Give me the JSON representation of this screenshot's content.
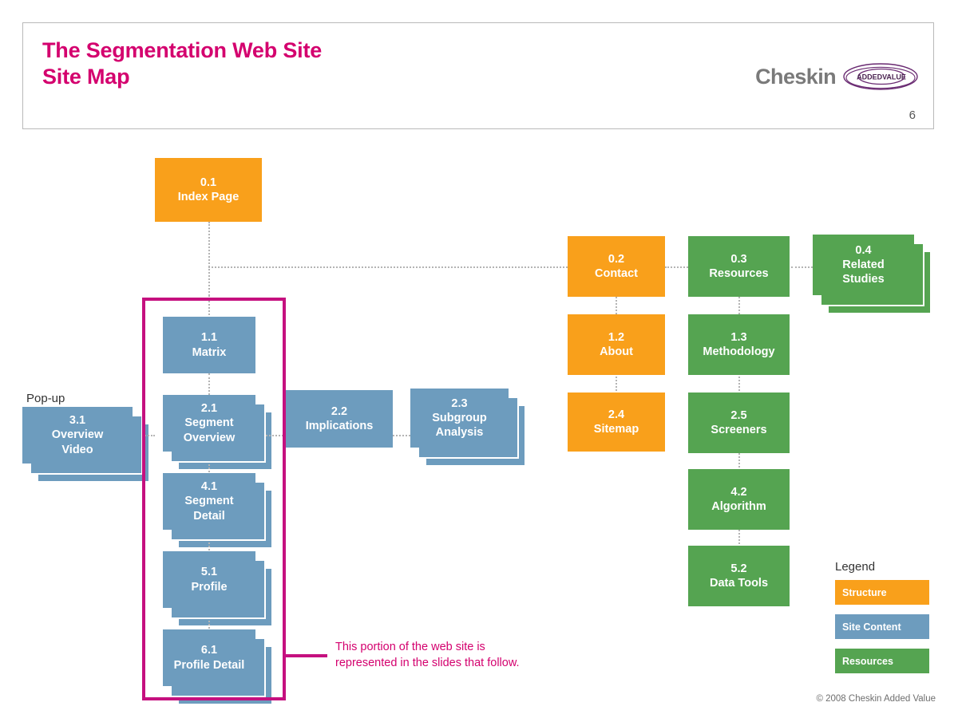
{
  "header": {
    "title": "The Segmentation Web Site\nSite Map",
    "brand_name": "Cheskin",
    "brand_mark_added": "ADDED",
    "brand_mark_value": "VALUE",
    "page_number": "6"
  },
  "colors": {
    "title_magenta": "#d4006e",
    "highlight_magenta": "#c5107f",
    "structure_orange": "#f9a01b",
    "site_content_blue": "#6d9cbe",
    "resources_green": "#55a451",
    "connector_gray": "#b4b4b4",
    "brand_gray": "#7a7a7a",
    "brand_purple": "#6a2b72"
  },
  "labels": {
    "popup": "Pop-up",
    "annotation": "This portion of the web site is\nrepresented in the slides that follow.",
    "copyright": "© 2008 Cheskin Added Value"
  },
  "legend": {
    "title": "Legend",
    "items": [
      {
        "label": "Structure",
        "color": "#f9a01b"
      },
      {
        "label": "Site Content",
        "color": "#6d9cbe"
      },
      {
        "label": "Resources",
        "color": "#55a451"
      }
    ]
  },
  "nodes": [
    {
      "id": "index-page",
      "num": "0.1",
      "label": "Index Page",
      "type": "orange",
      "stacked": false
    },
    {
      "id": "contact",
      "num": "0.2",
      "label": "Contact",
      "type": "orange",
      "stacked": false
    },
    {
      "id": "about",
      "num": "1.2",
      "label": "About",
      "type": "orange",
      "stacked": false
    },
    {
      "id": "sitemap",
      "num": "2.4",
      "label": "Sitemap",
      "type": "orange",
      "stacked": false
    },
    {
      "id": "resources",
      "num": "0.3",
      "label": "Resources",
      "type": "green",
      "stacked": false
    },
    {
      "id": "methodology",
      "num": "1.3",
      "label": "Methodology",
      "type": "green",
      "stacked": false
    },
    {
      "id": "screeners",
      "num": "2.5",
      "label": "Screeners",
      "type": "green",
      "stacked": false
    },
    {
      "id": "algorithm",
      "num": "4.2",
      "label": "Algorithm",
      "type": "green",
      "stacked": false
    },
    {
      "id": "data-tools",
      "num": "5.2",
      "label": "Data Tools",
      "type": "green",
      "stacked": false
    },
    {
      "id": "related-studies",
      "num": "0.4",
      "label": "Related\nStudies",
      "type": "green",
      "stacked": true
    },
    {
      "id": "matrix",
      "num": "1.1",
      "label": "Matrix",
      "type": "blue",
      "stacked": false
    },
    {
      "id": "segment-overview",
      "num": "2.1",
      "label": "Segment\nOverview",
      "type": "blue",
      "stacked": true
    },
    {
      "id": "segment-detail",
      "num": "4.1",
      "label": "Segment\nDetail",
      "type": "blue",
      "stacked": true
    },
    {
      "id": "profile",
      "num": "5.1",
      "label": "Profile",
      "type": "blue",
      "stacked": true
    },
    {
      "id": "profile-detail",
      "num": "6.1",
      "label": "Profile Detail",
      "type": "blue",
      "stacked": true
    },
    {
      "id": "overview-video",
      "num": "3.1",
      "label": "Overview\nVideo",
      "type": "blue",
      "stacked": true
    },
    {
      "id": "implications",
      "num": "2.2",
      "label": "Implications",
      "type": "blue",
      "stacked": false
    },
    {
      "id": "subgroup-analysis",
      "num": "2.3",
      "label": "Subgroup\nAnalysis",
      "type": "blue",
      "stacked": true
    }
  ]
}
